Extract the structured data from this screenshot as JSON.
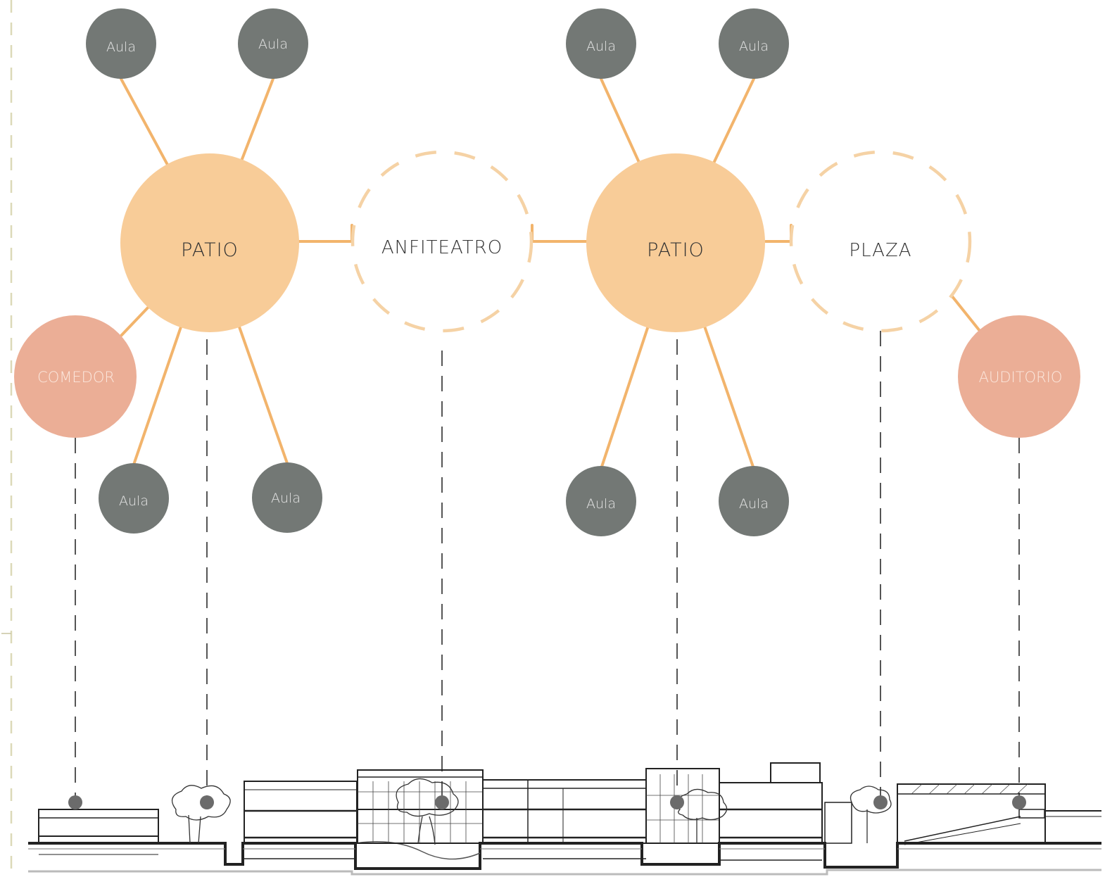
{
  "colors": {
    "patio": "#f8cc98",
    "connector": "#f2b46c",
    "dashed_circle": "#f5d2a5",
    "aula": "#737875",
    "service": "#ebae96",
    "guide": "#555555",
    "border": "#dcd9b8",
    "ink": "#222222"
  },
  "nodes": {
    "patio_1": "PATIO",
    "anfiteatro": "ANFITEATRO",
    "patio_2": "PATIO",
    "plaza": "PLAZA",
    "comedor": "COMEDOR",
    "auditorio": "AUDITORIO",
    "aula_1": "Aula",
    "aula_2": "Aula",
    "aula_3": "Aula",
    "aula_4": "Aula",
    "aula_5": "Aula",
    "aula_6": "Aula",
    "aula_7": "Aula",
    "aula_8": "Aula"
  },
  "section_drawing": {
    "description_icon": "building-section-drawing"
  }
}
